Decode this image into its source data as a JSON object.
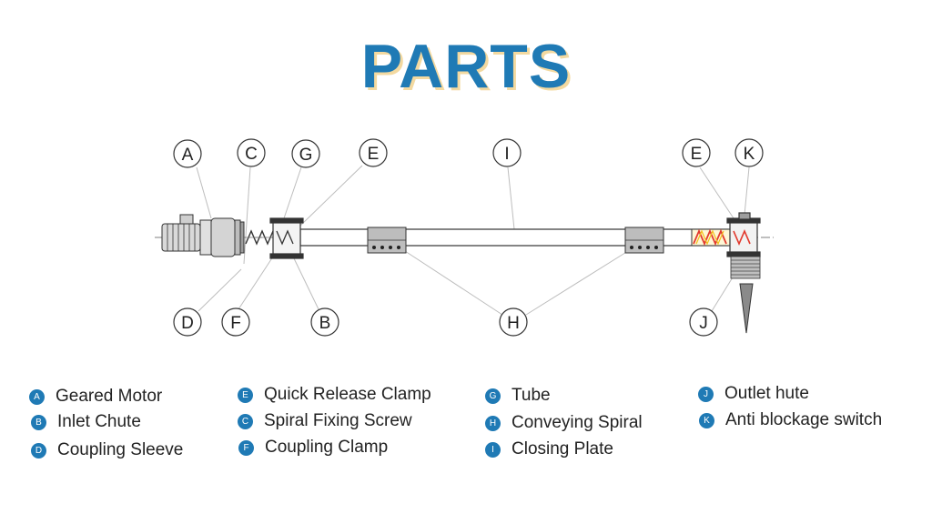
{
  "title": "PARTS",
  "callouts": {
    "top": [
      "A",
      "C",
      "G",
      "E",
      "I",
      "E",
      "K"
    ],
    "bottom": [
      "D",
      "F",
      "B",
      "H",
      "J"
    ]
  },
  "legend": {
    "col1": [
      {
        "letter": "A",
        "label": "Geared Motor"
      },
      {
        "letter": "B",
        "label": "Inlet Chute"
      },
      {
        "letter": "D",
        "label": "Coupling Sleeve"
      }
    ],
    "col2": [
      {
        "letter": "E",
        "label": "Quick Release Clamp"
      },
      {
        "letter": "C",
        "label": "Spiral Fixing Screw"
      },
      {
        "letter": "F",
        "label": "Coupling Clamp"
      }
    ],
    "col3": [
      {
        "letter": "G",
        "label": "Tube"
      },
      {
        "letter": "H",
        "label": "Conveying Spiral"
      },
      {
        "letter": "I",
        "label": "Closing Plate"
      }
    ],
    "col4": [
      {
        "letter": "J",
        "label": "Outlet hute"
      },
      {
        "letter": "K",
        "label": "Anti blockage switch"
      }
    ]
  },
  "colors": {
    "accent": "#1f7ab5",
    "title_shadow": "#f3d9a0",
    "spiral_red": "#e23a2e",
    "spiral_yellow": "#f2c21b"
  }
}
